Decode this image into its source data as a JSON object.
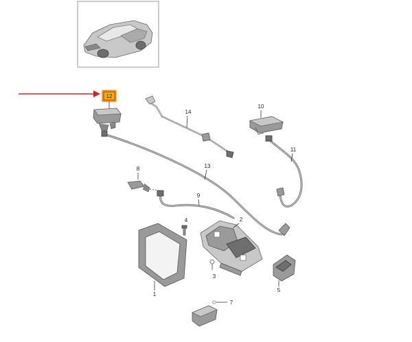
{
  "diagram": {
    "accent_color": "#d32020",
    "highlight_color": "#f0b400",
    "highlighted_part": "12",
    "labels": {
      "p1": "1",
      "p2": "2",
      "p3": "3",
      "p4": "4",
      "p5": "5",
      "p7": "7",
      "p8": "8",
      "p9": "9",
      "p10": "10",
      "p11": "11",
      "p12": "12",
      "p13": "13",
      "p14": "14"
    }
  }
}
